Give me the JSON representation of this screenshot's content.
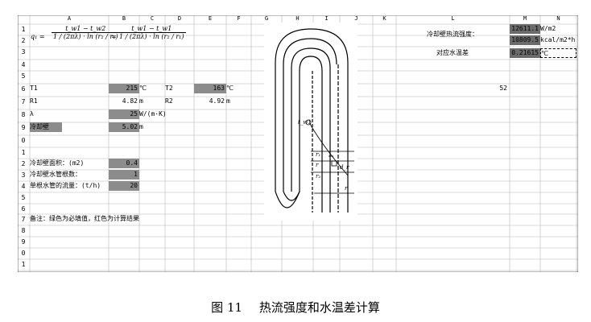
{
  "column_headers": [
    "A",
    "B",
    "C",
    "D",
    "E",
    "F",
    "G",
    "H",
    "I",
    "J",
    "K",
    "L",
    "M",
    "N"
  ],
  "row_headers": [
    "1",
    "2",
    "3",
    "4",
    "5",
    "6",
    "7",
    "8",
    "9",
    "0",
    "1",
    "2",
    "3",
    "4",
    "5",
    "6",
    "7",
    "8",
    "9",
    "0",
    "1"
  ],
  "formula": {
    "lhs": "q₁ =",
    "num1": "t_w1 − t_w2",
    "den1": "1 / (2πλ) · ln (r₂ / r₁)",
    "eq": "=",
    "num2": "t_w1 − t_w1",
    "den2": "1 / (2πλ) · ln (r₂ / r₁)"
  },
  "rows": {
    "t1_label": "T1",
    "t1_value": "215",
    "t1_unit": "℃",
    "t2_label": "T2",
    "t2_value": "163",
    "t2_unit": "℃",
    "r1_label": "R1",
    "r1_value": "4.82",
    "r1_unit": "m",
    "r2_label": "R2",
    "r2_value": "4.92",
    "r2_unit": "m",
    "lambda_label": "λ",
    "lambda_value": "25",
    "lambda_unit": "W/(m·K)",
    "wall_label": "冷却壁",
    "wall_value": "5.02",
    "wall_unit": "m",
    "area_label": "冷却壁面积：(m2)",
    "area_value": "0.4",
    "pipes_label": "冷却壁水管根数：",
    "pipes_value": "1",
    "flow_label": "单根水管的流量：(t/h)",
    "flow_value": "20",
    "note": "备注：绿色为必填值，红色为计算结果"
  },
  "right_panel": {
    "heat_flux_label": "冷却壁热流强度：",
    "heat_flux_value_1": "12611.1",
    "heat_flux_unit_1": "W/m2",
    "heat_flux_value_2": "10809.5",
    "heat_flux_unit_2": "kcal/m2*h",
    "water_temp_label": "对应水温差",
    "water_temp_value": "0.21615",
    "water_temp_unit": "℃",
    "stray_value": "52"
  },
  "diagram_labels": {
    "t_w1": "t_w1",
    "r1": "r₁",
    "r": "r",
    "dr": "d_r",
    "r2": "r₂",
    "r_bottom": "r"
  },
  "caption": {
    "figure": "图 11",
    "title": "热流强度和水温差计算"
  }
}
